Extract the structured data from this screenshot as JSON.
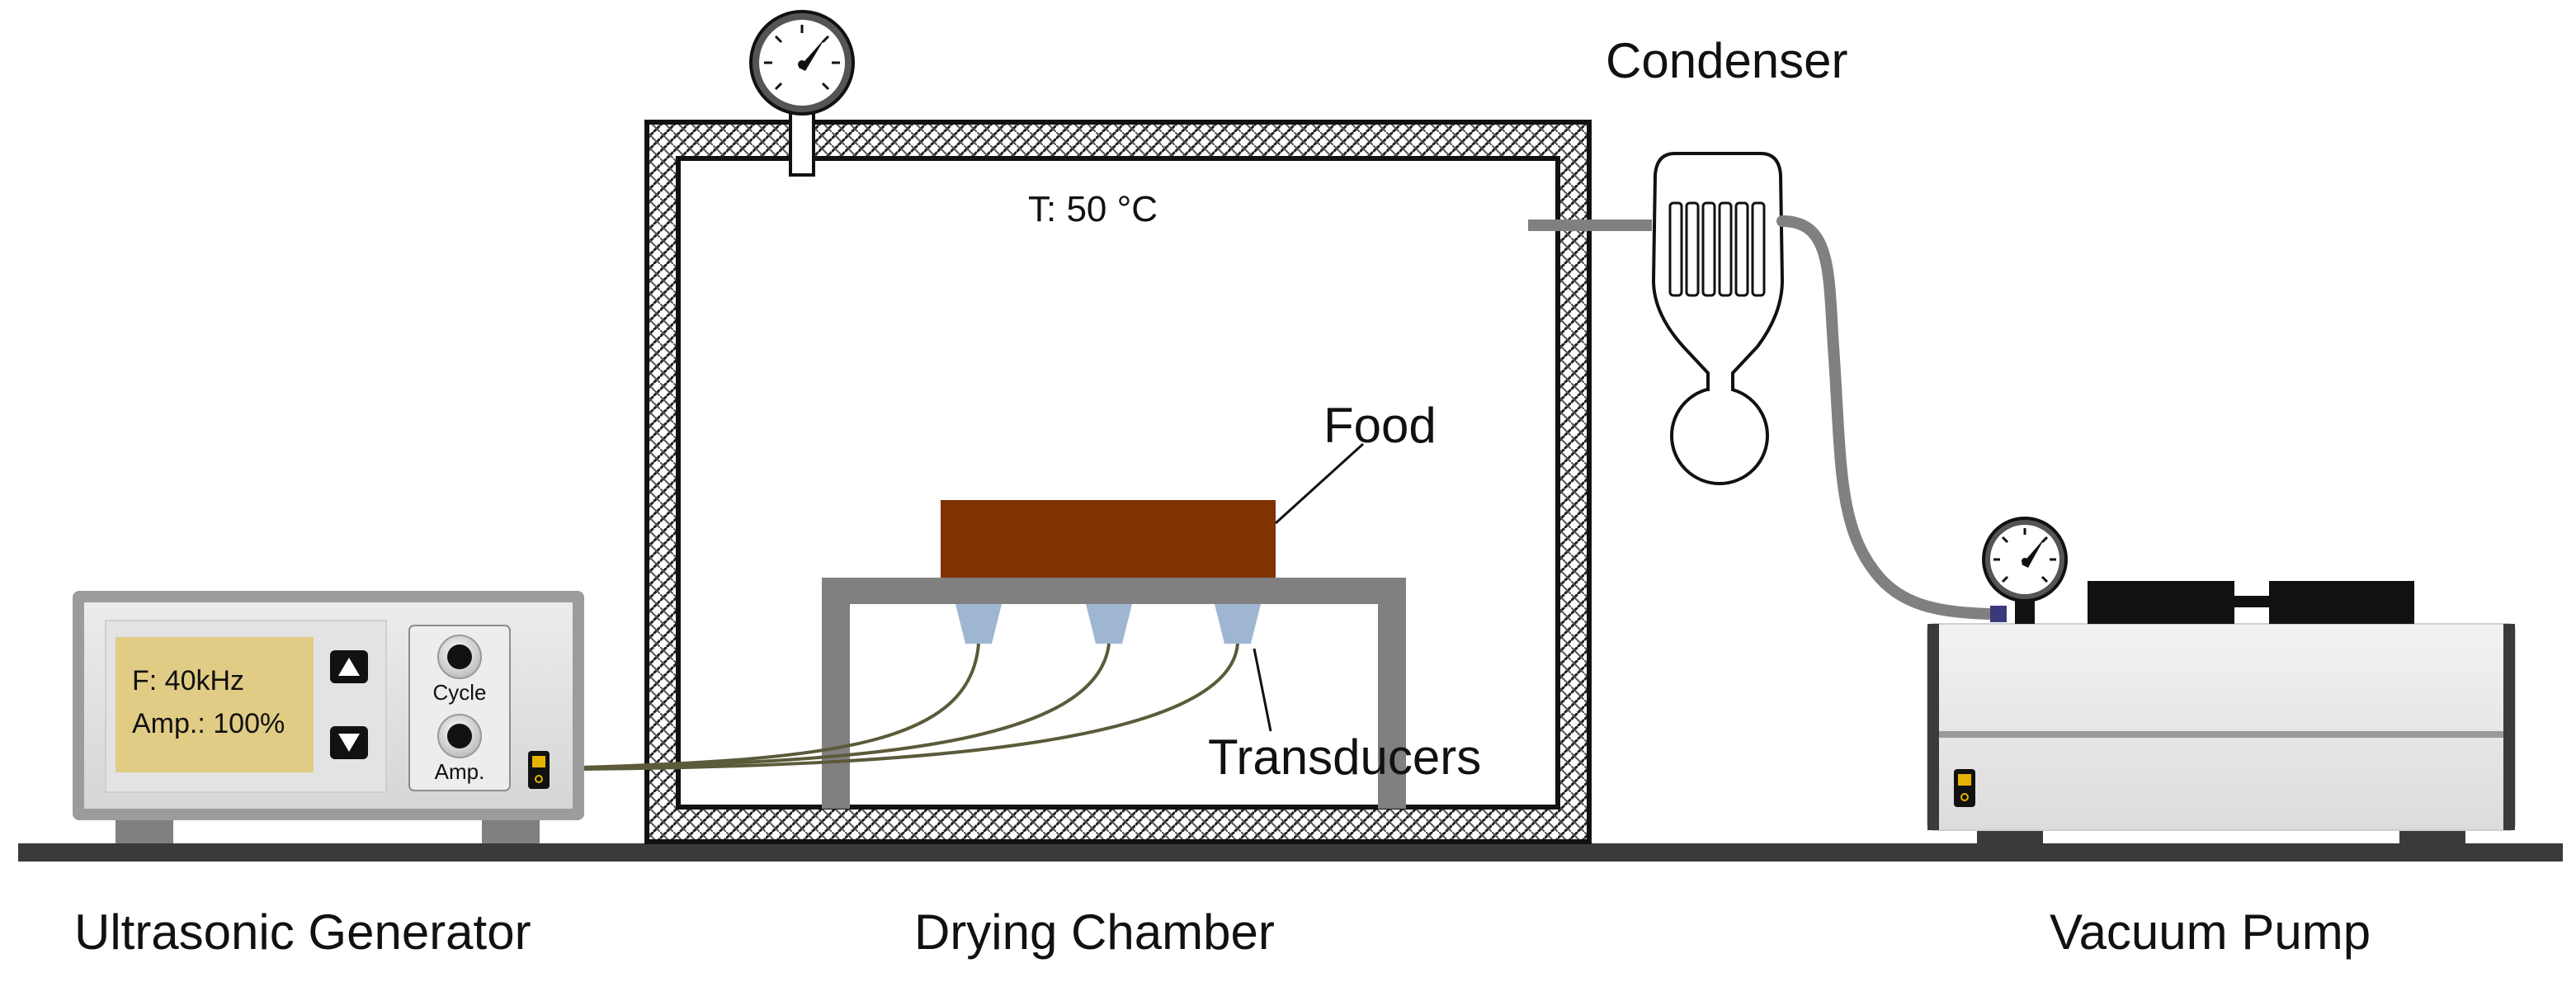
{
  "labels": {
    "condenser": "Condenser",
    "temperature": "T: 50 °C",
    "food": "Food",
    "transducers": "Transducers",
    "ultrasonic_generator": "Ultrasonic Generator",
    "drying_chamber": "Drying Chamber",
    "vacuum_pump": "Vacuum Pump"
  },
  "generator": {
    "display_frequency": "F: 40kHz",
    "display_amplitude": "Amp.: 100%",
    "knob_cycle": "Cycle",
    "knob_amp": "Amp.",
    "up_icon": "triangle-up-icon",
    "down_icon": "triangle-down-icon"
  },
  "colors": {
    "food": "#7f3300",
    "transducer": "#9fb6d3",
    "lcd": "#e0cc85",
    "frame": "#808080",
    "floor": "#3a3a3a",
    "pump_body": "#e6e6e6",
    "wire": "#5b5a3a"
  }
}
